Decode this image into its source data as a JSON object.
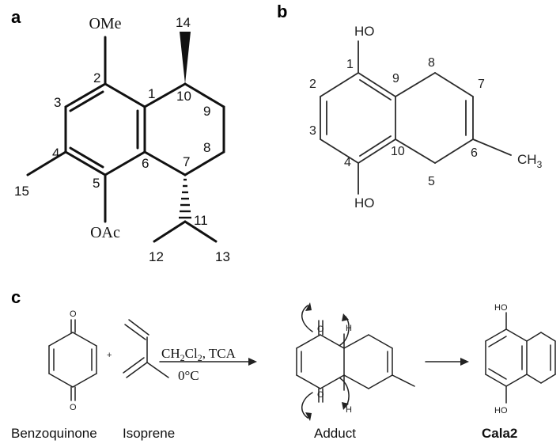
{
  "panels": {
    "a": "a",
    "b": "b",
    "c": "c"
  },
  "panel_a": {
    "substituents": {
      "top": "OMe",
      "bottom": "OAc"
    },
    "numbers": [
      "1",
      "2",
      "3",
      "4",
      "5",
      "6",
      "7",
      "8",
      "9",
      "10",
      "11",
      "12",
      "13",
      "14",
      "15"
    ]
  },
  "panel_b": {
    "substituents": {
      "top": "HO",
      "bottom": "HO",
      "methyl": "CH",
      "methyl_sub": "3"
    },
    "numbers": [
      "1",
      "2",
      "3",
      "4",
      "5",
      "6",
      "7",
      "8",
      "9",
      "10"
    ]
  },
  "panel_c": {
    "plus": "+",
    "conditions": {
      "solvent_prefix": "CH",
      "solvent_sub1": "2",
      "solvent_mid": "Cl",
      "solvent_sub2": "2",
      "solvent_suffix": ", TCA",
      "temperature": "0°C"
    },
    "atoms": {
      "oxygen": "O",
      "hydrogen": "H",
      "hydroxyl": "HO"
    },
    "labels": {
      "benzoquinone": "Benzoquinone",
      "isoprene": "Isoprene",
      "adduct": "Adduct",
      "product": "Cala2"
    }
  }
}
